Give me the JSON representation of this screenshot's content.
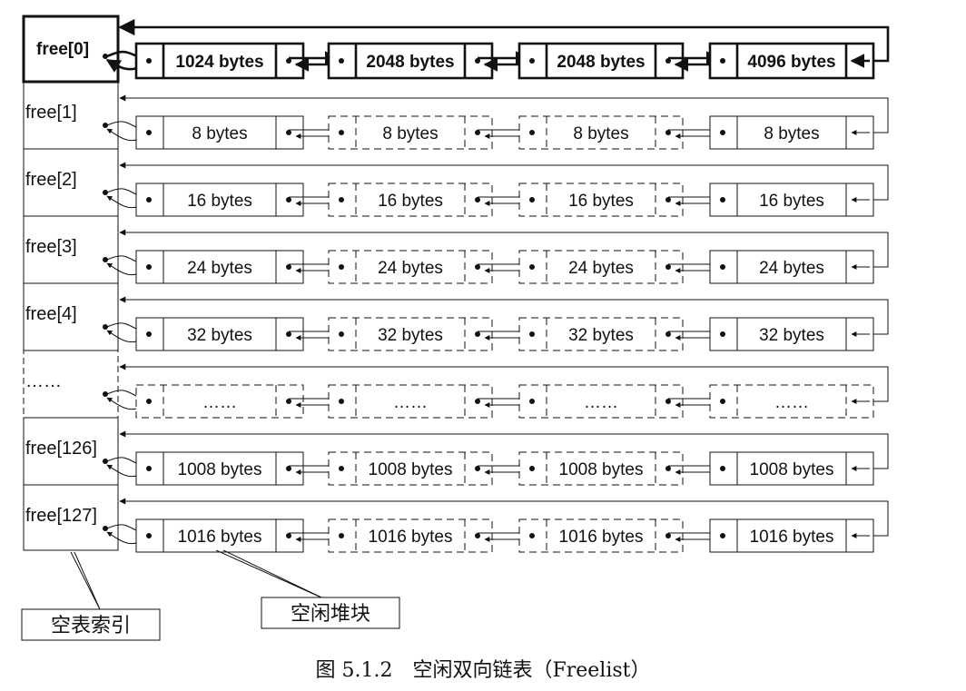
{
  "index_labels": [
    "free[0]",
    "free[1]",
    "free[2]",
    "free[3]",
    "free[4]",
    "……",
    "free[126]",
    "free[127]"
  ],
  "rows": [
    {
      "blocks": [
        "1024 bytes",
        "2048 bytes",
        "2048 bytes",
        "4096 bytes"
      ],
      "style": "bold"
    },
    {
      "blocks": [
        "8 bytes",
        "8 bytes",
        "8 bytes",
        "8 bytes"
      ],
      "style": "normal"
    },
    {
      "blocks": [
        "16 bytes",
        "16 bytes",
        "16 bytes",
        "16 bytes"
      ],
      "style": "normal"
    },
    {
      "blocks": [
        "24 bytes",
        "24 bytes",
        "24 bytes",
        "24 bytes"
      ],
      "style": "normal"
    },
    {
      "blocks": [
        "32 bytes",
        "32 bytes",
        "32 bytes",
        "32 bytes"
      ],
      "style": "normal"
    },
    {
      "blocks": [
        "……",
        "……",
        "……",
        "……"
      ],
      "style": "ellipsis"
    },
    {
      "blocks": [
        "1008 bytes",
        "1008 bytes",
        "1008 bytes",
        "1008 bytes"
      ],
      "style": "normal"
    },
    {
      "blocks": [
        "1016 bytes",
        "1016 bytes",
        "1016 bytes",
        "1016 bytes"
      ],
      "style": "normal"
    }
  ],
  "callouts": {
    "index_table": "空表索引",
    "free_block": "空闲堆块"
  },
  "caption": "图 5.1.2　空闲双向链表（Freelist）",
  "colors": {
    "line": "#111111",
    "background": "#ffffff"
  }
}
